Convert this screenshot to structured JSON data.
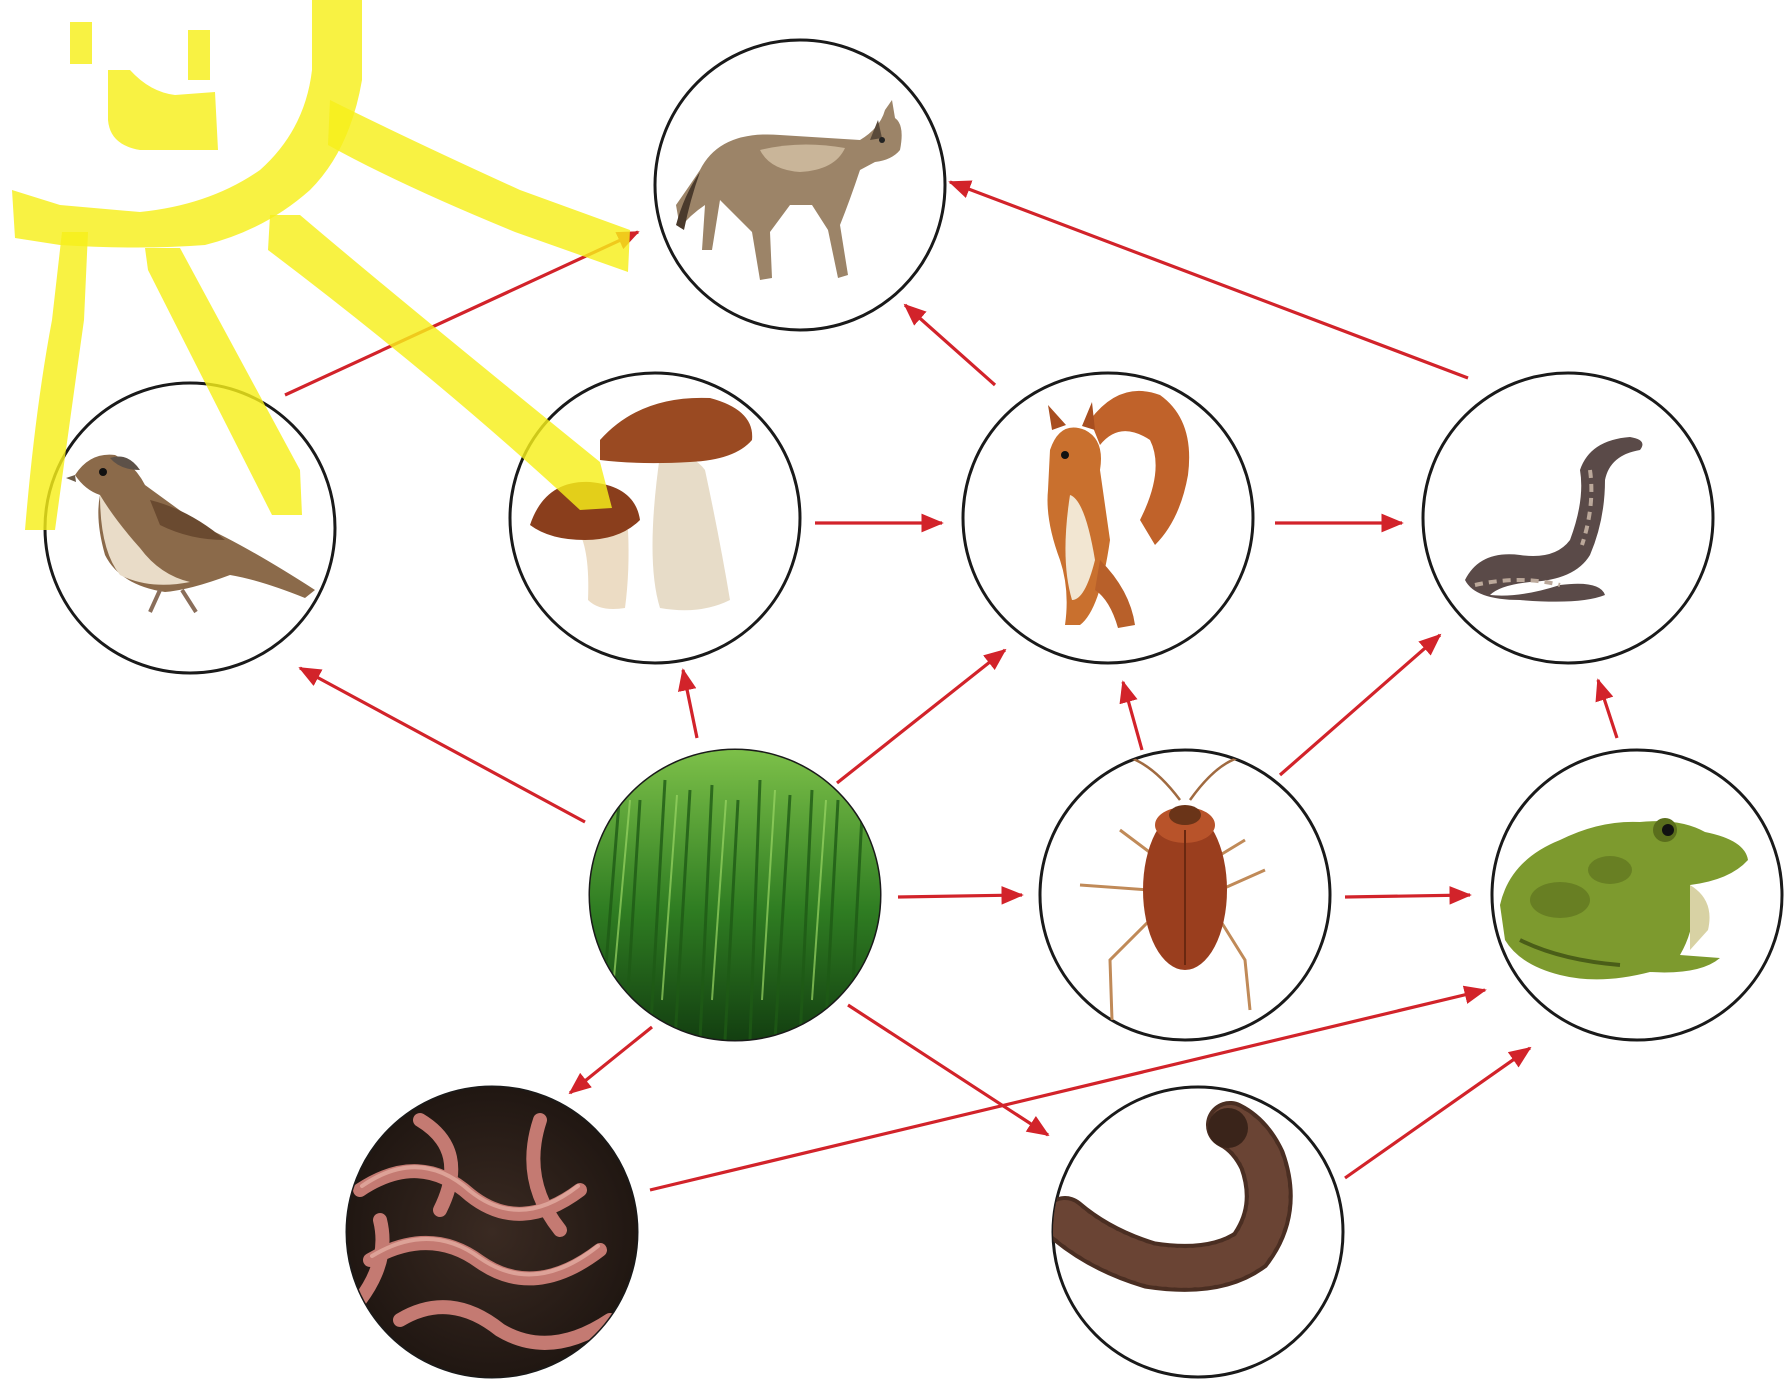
{
  "colors": {
    "arrow": "#d2232a",
    "ring": "#1a1a1a",
    "sun": "#f7ef1a"
  },
  "sun_drawing": {
    "icon": "smiling-sun-scribble-icon"
  },
  "nodes": [
    {
      "id": "wolf",
      "icon": "wolf-icon"
    },
    {
      "id": "sparrow",
      "icon": "sparrow-icon"
    },
    {
      "id": "mushrooms",
      "icon": "mushrooms-icon"
    },
    {
      "id": "squirrel",
      "icon": "squirrel-icon"
    },
    {
      "id": "snake",
      "icon": "snake-icon"
    },
    {
      "id": "grass",
      "icon": "grass-icon"
    },
    {
      "id": "cockroach",
      "icon": "cockroach-icon"
    },
    {
      "id": "frog",
      "icon": "frog-icon"
    },
    {
      "id": "earthworms",
      "icon": "earthworms-icon"
    },
    {
      "id": "millipede",
      "icon": "millipede-icon"
    }
  ],
  "edges": [
    {
      "from": "sparrow",
      "to": "wolf"
    },
    {
      "from": "squirrel",
      "to": "wolf"
    },
    {
      "from": "snake",
      "to": "wolf"
    },
    {
      "from": "mushrooms",
      "to": "squirrel"
    },
    {
      "from": "squirrel",
      "to": "snake"
    },
    {
      "from": "grass",
      "to": "sparrow"
    },
    {
      "from": "grass",
      "to": "mushrooms"
    },
    {
      "from": "grass",
      "to": "squirrel"
    },
    {
      "from": "grass",
      "to": "cockroach"
    },
    {
      "from": "grass",
      "to": "earthworms"
    },
    {
      "from": "grass",
      "to": "millipede"
    },
    {
      "from": "cockroach",
      "to": "squirrel"
    },
    {
      "from": "cockroach",
      "to": "snake"
    },
    {
      "from": "cockroach",
      "to": "frog"
    },
    {
      "from": "frog",
      "to": "snake"
    },
    {
      "from": "earthworms",
      "to": "frog"
    },
    {
      "from": "millipede",
      "to": "frog"
    }
  ]
}
